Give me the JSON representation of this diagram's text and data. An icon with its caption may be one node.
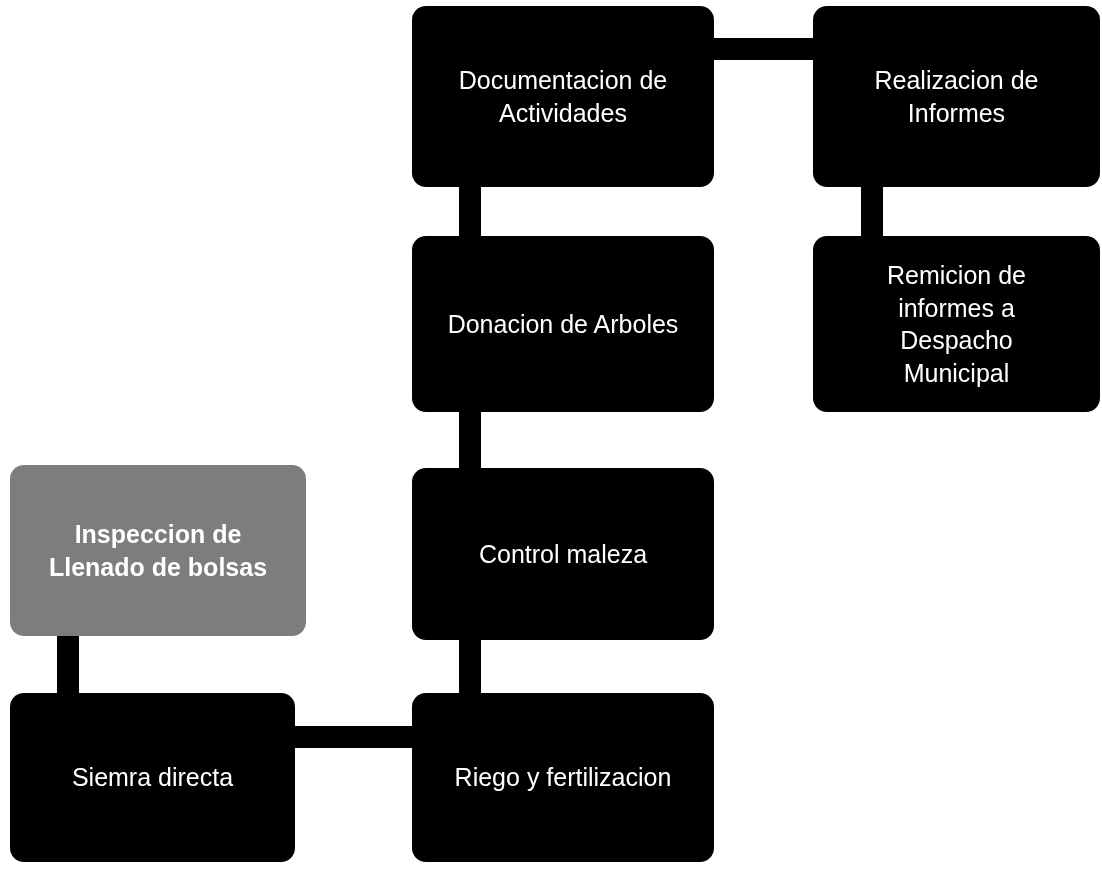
{
  "diagram": {
    "nodes": [
      {
        "text": [
          "Inspeccion de Llenado de bolsas"
        ]
      },
      {
        "text": [
          "Siemra directa"
        ]
      },
      {
        "text": [
          "Riego y fertilizacion"
        ]
      },
      {
        "text": [
          "Control maleza"
        ]
      },
      {
        "text": [
          "Donacion de Arboles"
        ]
      },
      {
        "text": [
          "Documentacion de Actividades"
        ]
      },
      {
        "text": [
          "Realizacion de Informes"
        ]
      },
      {
        "text": [
          "Remicion de informes a Despacho Municipal"
        ]
      }
    ],
    "edges": [
      {
        "from": 0,
        "to": 1,
        "arrow": "none"
      },
      {
        "from": 1,
        "to": 2,
        "arrow": "none"
      },
      {
        "from": 2,
        "to": 3,
        "arrow": "none"
      },
      {
        "from": 3,
        "to": 4,
        "arrow": "none"
      },
      {
        "from": 4,
        "to": 5,
        "arrow": "none"
      },
      {
        "from": 5,
        "to": 6,
        "arrow": "none"
      },
      {
        "from": 6,
        "to": 7,
        "arrow": "none"
      }
    ]
  }
}
